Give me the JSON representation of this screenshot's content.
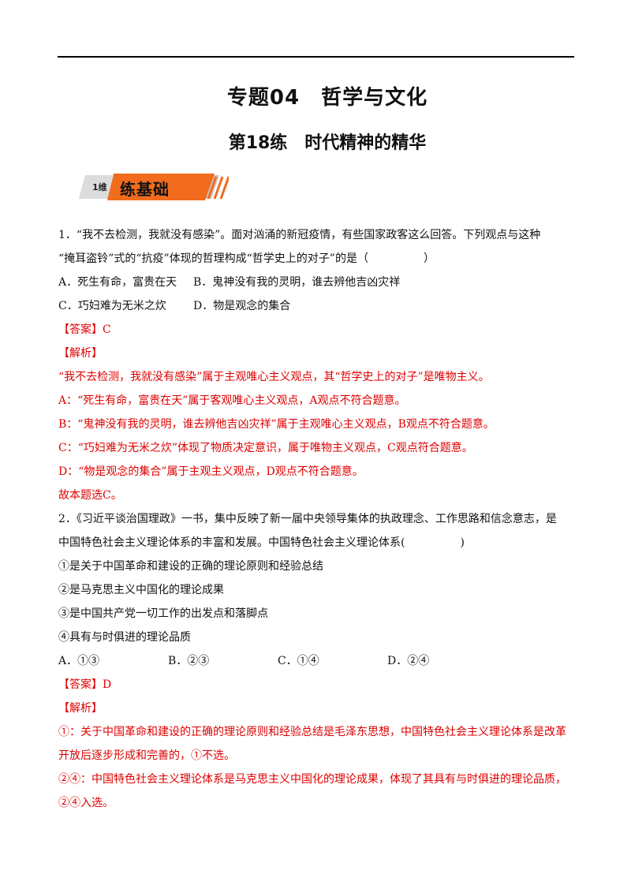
{
  "document": {
    "title": "专题04　哲学与文化",
    "subtitle": "第18练　时代精神的精华",
    "banner": {
      "level": "1维",
      "name": "练基础"
    }
  },
  "q1": {
    "stem_line1": "1．“我不去检测，我就没有感染”。面对汹涌的新冠疫情，有些国家政客这么回答。下列观点与这种",
    "stem_line2": "“掩耳盗铃”式的“抗疫”体现的哲理构成“哲学史上的对子”的是（　　　　　）",
    "option_a": "A．死生有命，富贵在天",
    "option_b": "B．鬼神没有我的灵明，谁去辨他吉凶灾祥",
    "option_c": "C．巧妇难为无米之炊",
    "option_d": "D．物是观念的集合",
    "answer": "【答案】C",
    "analysis_label": "【解析】",
    "analysis": [
      "“我不去检测，我就没有感染”属于主观唯心主义观点，其“哲学史上的对子”是唯物主义。",
      "A：“死生有命，富贵在天”属于客观唯心主义观点，A观点不符合题意。",
      "B：“鬼神没有我的灵明，谁去辨他吉凶灾祥”属于主观唯心主义观点，B观点不符合题意。",
      "C：“巧妇难为无米之炊”体现了物质决定意识，属于唯物主义观点，C观点符合题意。",
      "D：“物是观念的集合”属于主观主义观点，D观点不符合题意。",
      "故本题选C。"
    ]
  },
  "q2": {
    "stem_line1": "2．《习近平谈治国理政》一书，集中反映了新一届中央领导集体的执政理念、工作思路和信念意志，是",
    "stem_line2": "中国特色社会主义理论体系的丰富和发展。中国特色社会主义理论体系(　　　　　)",
    "items": [
      "①是关于中国革命和建设的正确的理论原则和经验总结",
      "②是马克思主义中国化的理论成果",
      "③是中国共产党一切工作的出发点和落脚点",
      "④具有与时俱进的理论品质"
    ],
    "option_a": "A．①③",
    "option_b": "B．②③",
    "option_c": "C．①④",
    "option_d": "D．②④",
    "answer": "【答案】D",
    "analysis_label": "【解析】",
    "analysis": [
      "①：关于中国革命和建设的正确的理论原则和经验总结是毛泽东思想，中国特色社会主义理论体系是改革",
      "开放后逐步形成和完善的，①不选。",
      "②④：中国特色社会主义理论体系是马克思主义中国化的理论成果，体现了其具有与时俱进的理论品质，",
      "②④入选。"
    ]
  },
  "colors": {
    "red_text": "#e00000",
    "banner_orange": "#f26c1d",
    "banner_gray": "#c8c8c8"
  }
}
